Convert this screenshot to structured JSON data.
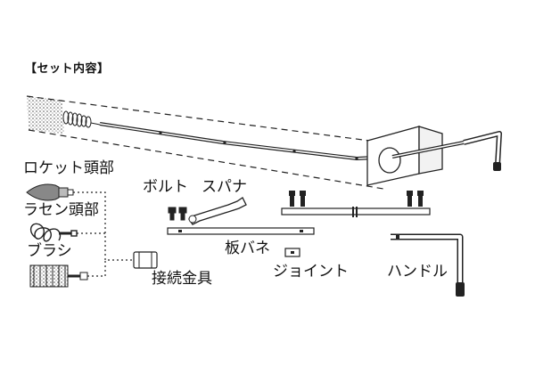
{
  "title": "【セット内容】",
  "parts": {
    "rocket_head": "ロケット頭部",
    "spiral_head": "ラセン頭部",
    "brush": "ブラシ",
    "bolt": "ボルト",
    "spanner": "スパナ",
    "leaf_spring": "板バネ",
    "joint": "ジョイント",
    "connector": "接続金具",
    "handle": "ハンドル"
  }
}
